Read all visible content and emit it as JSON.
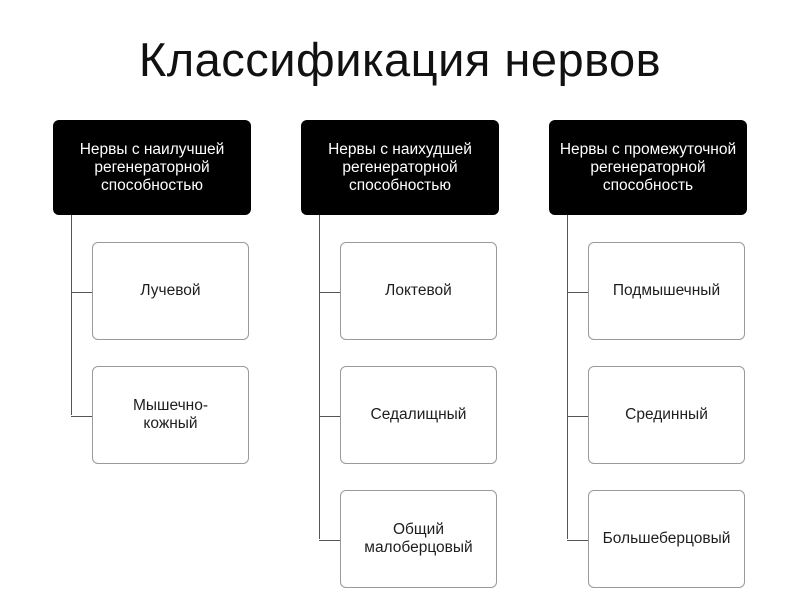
{
  "title": "Классификация нервов",
  "groups": [
    {
      "header": "Нервы с наилучшей регенераторной способностью",
      "children": [
        "Лучевой",
        "Мышечно-\nкожный"
      ]
    },
    {
      "header": "Нервы с наихудшей регенераторной способностью",
      "children": [
        "Локтевой",
        "Седалищный",
        "Общий малоберцовый"
      ]
    },
    {
      "header": "Нервы с промежуточной регенераторной способность",
      "children": [
        "Подмышечный",
        "Срединный",
        "Большеберцовый"
      ]
    }
  ]
}
